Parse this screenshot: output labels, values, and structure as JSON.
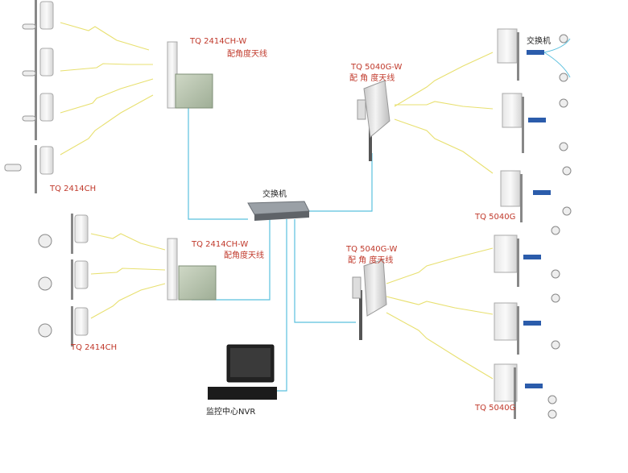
{
  "labels": {
    "ap_left_top_model": "TQ 2414CH-W",
    "ap_left_top_desc": "配角度天线",
    "ap_left_bottom_model": "TQ 2414CH-W",
    "ap_left_bottom_desc": "配角度天线",
    "ap_right_top_model": "TQ 5040G-W",
    "ap_right_top_desc": "配 角 度天线",
    "ap_right_bottom_model": "TQ 5040G-W",
    "ap_right_bottom_desc": "配 角 度天线",
    "cpe_left_top": "TQ 2414CH",
    "cpe_left_bottom": "TQ 2414CH",
    "cpe_right_top": "TQ 5040G",
    "cpe_right_bottom": "TQ 5040G",
    "center_switch": "交换机",
    "top_right_switch": "交换机",
    "nvr": "监控中心NVR"
  },
  "colors": {
    "cable": "#5bc0de",
    "wireless": "#e8e070",
    "label": "#c0392b"
  }
}
